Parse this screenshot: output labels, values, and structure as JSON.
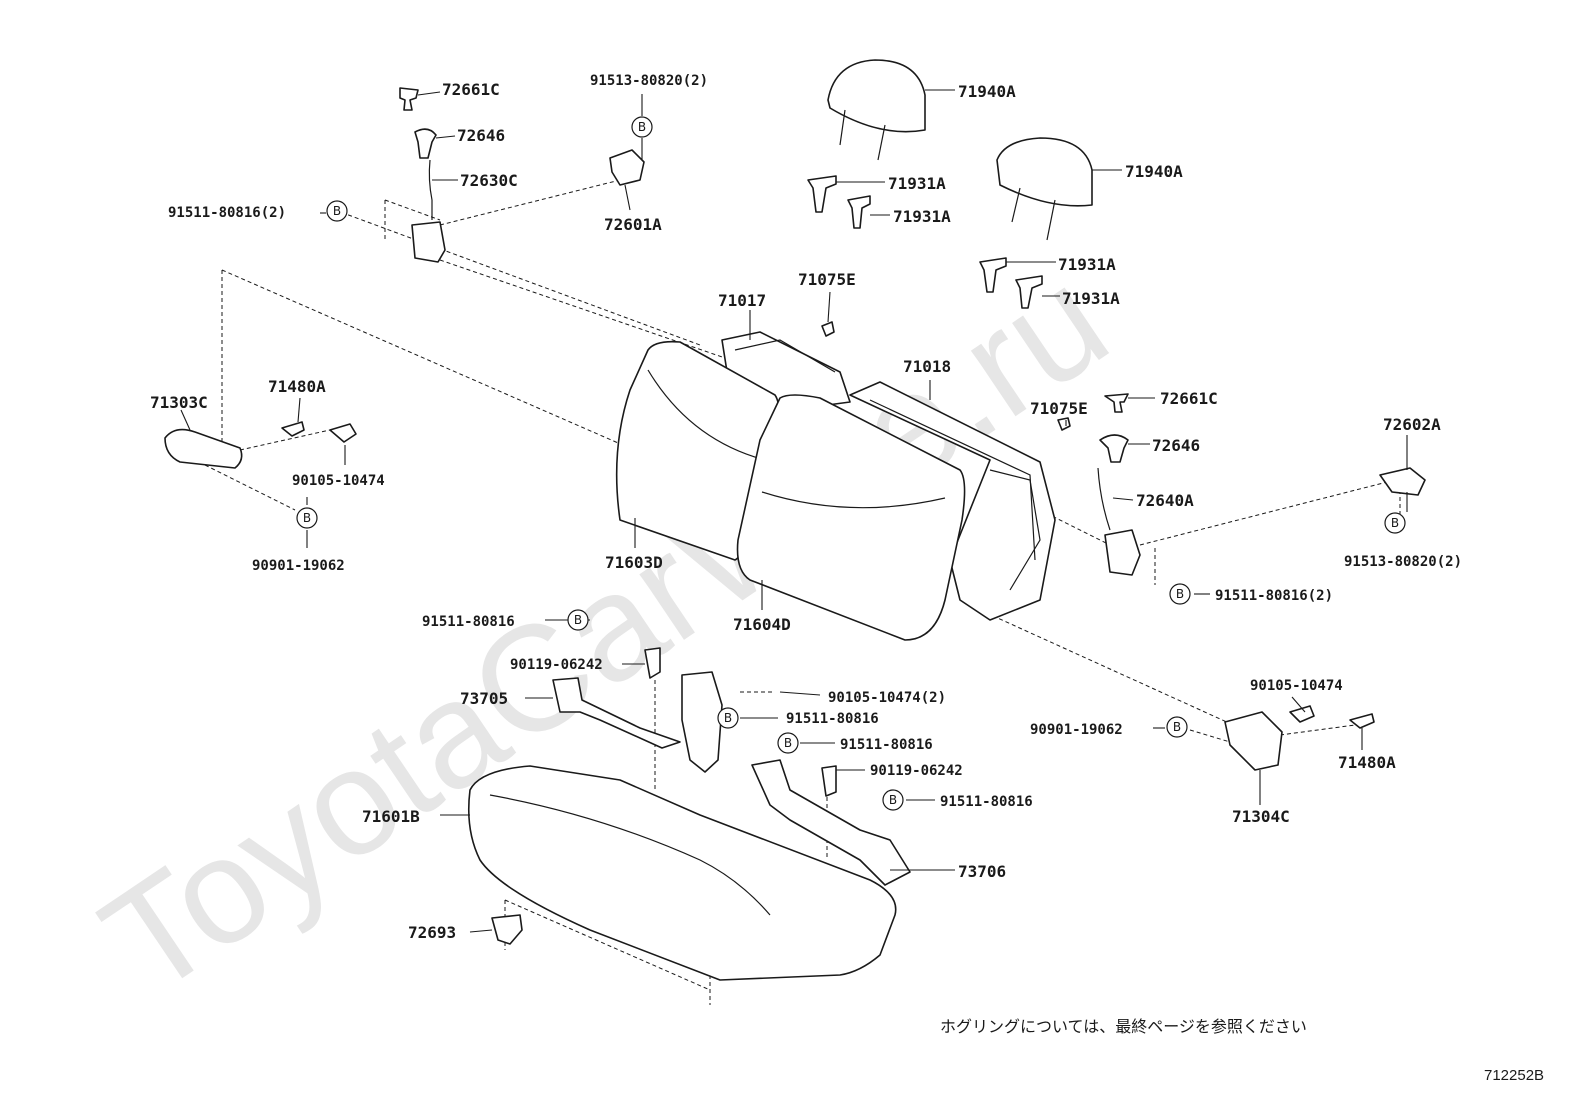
{
  "watermark": "ToyotaCarWire.ru",
  "note": "ホグリングについては、最終ページを参照ください",
  "diagram_code": "712252B",
  "bolt_marker": "B",
  "labels": {
    "l72661c_a": "72661C",
    "l72646_a": "72646",
    "l72630c": "72630C",
    "l91511_2_a": "91511-80816(2)",
    "l91513_2_a": "91513-80820(2)",
    "l72601a": "72601A",
    "l71940a_a": "71940A",
    "l71940a_b": "71940A",
    "l71931a_a": "71931A",
    "l71931a_b": "71931A",
    "l71931a_c": "71931A",
    "l71931a_d": "71931A",
    "l71017": "71017",
    "l71075e_a": "71075E",
    "l71018": "71018",
    "l71075e_b": "71075E",
    "l72661c_b": "72661C",
    "l72646_b": "72646",
    "l72602a": "72602A",
    "l72640a": "72640A",
    "l91513_2_b": "91513-80820(2)",
    "l91511_2_b": "91511-80816(2)",
    "l71303c": "71303C",
    "l71480a_a": "71480A",
    "l90105_a": "90105-10474",
    "l90901_a": "90901-19062",
    "l71603d": "71603D",
    "l71604d": "71604D",
    "l91511_a": "91511-80816",
    "l90119_a": "90119-06242",
    "l73705": "73705",
    "l90105_2": "90105-10474(2)",
    "l91511_b": "91511-80816",
    "l91511_c": "91511-80816",
    "l90119_b": "90119-06242",
    "l91511_d": "91511-80816",
    "l90105_b": "90105-10474",
    "l90901_b": "90901-19062",
    "l71480a_b": "71480A",
    "l71304c": "71304C",
    "l71601b": "71601B",
    "l73706": "73706",
    "l72693": "72693"
  }
}
